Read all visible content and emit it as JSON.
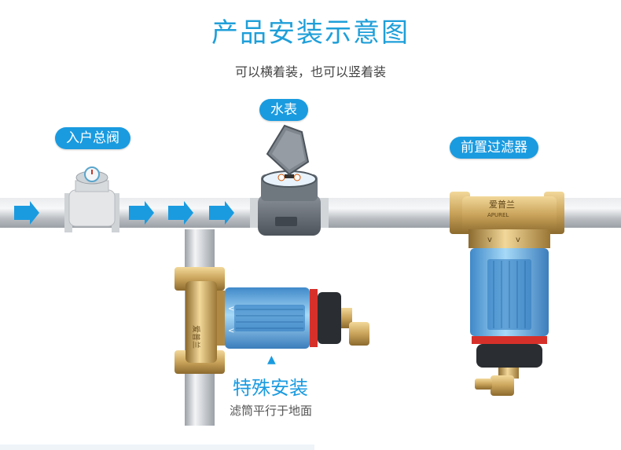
{
  "header": {
    "title": "产品安装示意图",
    "subtitle": "可以横着装，也可以竖着装"
  },
  "labels": {
    "main_valve": "入户总阀",
    "water_meter": "水表",
    "prefilter": "前置过滤器"
  },
  "special": {
    "title": "特殊安装",
    "desc": "滤筒平行于地面",
    "arrow": "▲"
  },
  "brand": {
    "logo_text": "爱普兰",
    "logo_sub": "APUREL"
  },
  "colors": {
    "accent": "#1a9be0",
    "pipe": "#c9ccd0",
    "brass": "#c7a35a",
    "filter_blue": "#4da9e6"
  }
}
